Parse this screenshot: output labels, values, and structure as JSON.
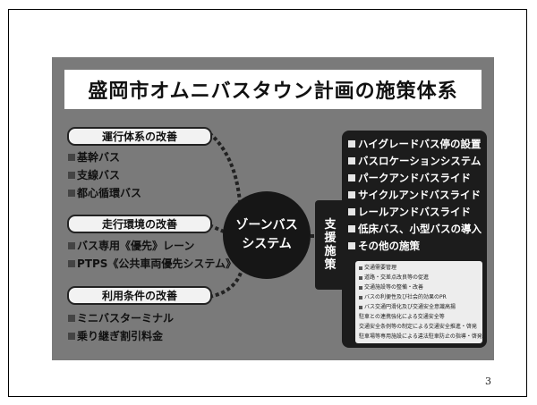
{
  "slide": {
    "title": "盛岡市オムニバスタウン計画の施策体系",
    "page_number": "3"
  },
  "left": {
    "categories": [
      {
        "label": "運行体系の改善",
        "items": [
          "基幹バス",
          "支線バス",
          "都心循環バス"
        ]
      },
      {
        "label": "走行環境の改善",
        "items": [
          "バス専用《優先》レーン",
          "PTPS《公共車両優先システム》"
        ]
      },
      {
        "label": "利用条件の改善",
        "items": [
          "ミニバスターミナル",
          "乗り継ぎ割引料金"
        ]
      }
    ]
  },
  "center": {
    "line1": "ゾーンバス",
    "line2": "システム"
  },
  "support": {
    "tab_chars": [
      "支",
      "援",
      "施",
      "策"
    ],
    "items": [
      "ハイグレードバス停の設置",
      "バスロケーションシステム",
      "パークアンドバスライド",
      "サイクルアンドバスライド",
      "レールアンドバスライド",
      "低床バス、小型バスの導入",
      "その他の施策"
    ],
    "sub_items": [
      "交通需要管理",
      "道路・交差点改良等の促進",
      "交通施設等の整備・改善",
      "バスの利便性及び社会的効果のPR",
      "バス交通円滑化及び交通安全意識高揚",
      "駐車との連携強化による交通安全等",
      "交通安全条例等の制定による交通安全推進・啓発",
      "駐車場等専用施設による違法駐車防止の指導・啓発"
    ]
  },
  "colors": {
    "photo_bg": "#7a7a7a",
    "panel_bg": "#1c1c1c",
    "text_light": "#ffffff"
  }
}
